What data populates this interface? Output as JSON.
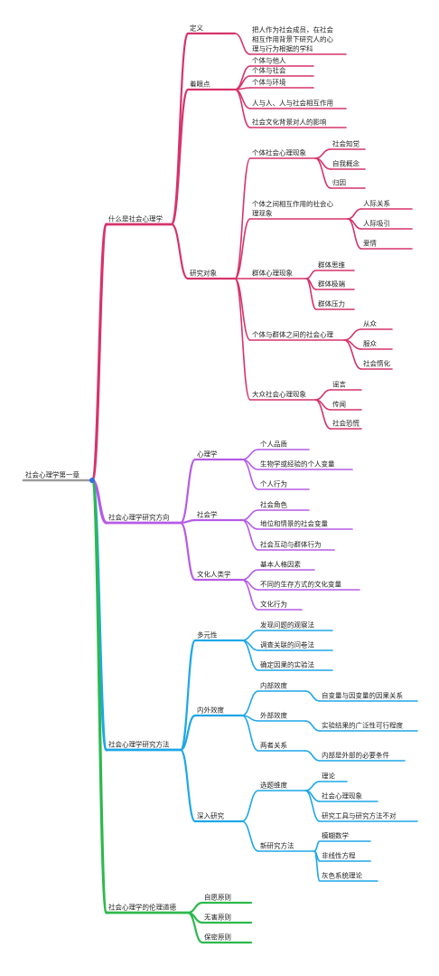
{
  "colors": {
    "root": "#9b9b9b",
    "pink": "#d6336c",
    "purple": "#b65be6",
    "blue": "#1ea7e8",
    "green": "#2db94c",
    "root_dot": "#2f6fdc"
  },
  "root": "社会心理学第一章",
  "branches": [
    {
      "label": "什么是社会心理学",
      "children": [
        {
          "label": "定义",
          "children": [
            {
              "label": "把人作为社会成员，在社会相互作用背景下研究人的心理与行为根据的学科"
            }
          ]
        },
        {
          "label": "着眼点",
          "children": [
            {
              "label": "个体与他人"
            },
            {
              "label": "个体与社会"
            },
            {
              "label": "个体与环境"
            },
            {
              "label": "人与人、人与社会相互作用"
            },
            {
              "label": "社会文化背景对人的影响"
            }
          ]
        },
        {
          "label": "研究对象",
          "children": [
            {
              "label": "个体社会心理现象",
              "children": [
                {
                  "label": "社会知觉"
                },
                {
                  "label": "自我概念"
                },
                {
                  "label": "归因"
                }
              ]
            },
            {
              "label": "个体之间相互作用的社会心理现象",
              "children": [
                {
                  "label": "人际关系"
                },
                {
                  "label": "人际吸引"
                },
                {
                  "label": "爱情"
                }
              ]
            },
            {
              "label": "群体心理现象",
              "children": [
                {
                  "label": "群体思维"
                },
                {
                  "label": "群体极端"
                },
                {
                  "label": "群体压力"
                }
              ]
            },
            {
              "label": "个体与群体之间的社会心理",
              "children": [
                {
                  "label": "从众"
                },
                {
                  "label": "服众"
                },
                {
                  "label": "社会惰化"
                }
              ]
            },
            {
              "label": "大众社会心理现象",
              "children": [
                {
                  "label": "谣言"
                },
                {
                  "label": "传闻"
                },
                {
                  "label": "社会恐慌"
                }
              ]
            }
          ]
        }
      ]
    },
    {
      "label": "社会心理学研究方向",
      "children": [
        {
          "label": "心理学",
          "children": [
            {
              "label": "个人品质"
            },
            {
              "label": "生物学或经验的个人变量"
            },
            {
              "label": "个人行为"
            }
          ]
        },
        {
          "label": "社会学",
          "children": [
            {
              "label": "社会角色"
            },
            {
              "label": "地位和情景的社会变量"
            },
            {
              "label": "社会互动与群体行为"
            }
          ]
        },
        {
          "label": "文化人类学",
          "children": [
            {
              "label": "基本人格因素"
            },
            {
              "label": "不同的生存方式的文化变量"
            },
            {
              "label": "文化行为"
            }
          ]
        }
      ]
    },
    {
      "label": "社会心理学研究方法",
      "children": [
        {
          "label": "多元性",
          "children": [
            {
              "label": "发现问题的观察法"
            },
            {
              "label": "调查关联的问卷法"
            },
            {
              "label": "确定因果的实验法"
            }
          ]
        },
        {
          "label": "内外效度",
          "children": [
            {
              "label": "内部效度",
              "children": [
                {
                  "label": "自变量与因变量的因果关系"
                }
              ]
            },
            {
              "label": "外部效度",
              "children": [
                {
                  "label": "实验结果的广泛性可行程度"
                }
              ]
            },
            {
              "label": "两者关系",
              "children": [
                {
                  "label": "内部是外部的必要条件"
                }
              ]
            }
          ]
        },
        {
          "label": "深入研究",
          "children": [
            {
              "label": "选题维度",
              "children": [
                {
                  "label": "理论"
                },
                {
                  "label": "社会心理现象"
                },
                {
                  "label": "研究工具与研究方法不对"
                }
              ]
            },
            {
              "label": "新研究方法",
              "children": [
                {
                  "label": "模糊数学"
                },
                {
                  "label": "非线性方程"
                },
                {
                  "label": "灰色系统理论"
                }
              ]
            }
          ]
        }
      ]
    },
    {
      "label": "社会心理学的伦理道德",
      "children": [
        {
          "label": "自愿原则"
        },
        {
          "label": "无害原则"
        },
        {
          "label": "保密原则"
        }
      ]
    }
  ]
}
